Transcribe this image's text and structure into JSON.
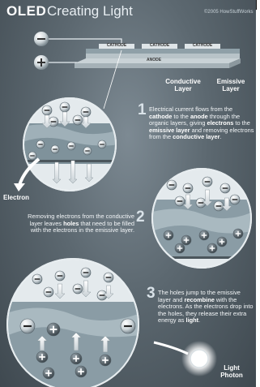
{
  "header": {
    "title_brand": "OLED",
    "title_rest": "Creating Light",
    "copyright": "©2005 HowStuffWorks"
  },
  "device": {
    "cathode_labels": [
      "CATHODE",
      "CATHODE",
      "CATHODE"
    ],
    "anode_label": "ANODE",
    "conductive_layer_label": "Conductive Layer",
    "emissive_layer_label": "Emissive Layer"
  },
  "steps": [
    {
      "number": "1",
      "segments": [
        {
          "text": "Electrical current flows from the ",
          "bold": false
        },
        {
          "text": "cathode",
          "bold": true
        },
        {
          "text": " to the ",
          "bold": false
        },
        {
          "text": "anode",
          "bold": true
        },
        {
          "text": " through the organic layers, giving ",
          "bold": false
        },
        {
          "text": "electrons",
          "bold": true
        },
        {
          "text": " to the ",
          "bold": false
        },
        {
          "text": "emissive layer",
          "bold": true
        },
        {
          "text": " and removing electrons from the ",
          "bold": false
        },
        {
          "text": "conductive layer",
          "bold": true
        },
        {
          "text": ".",
          "bold": false
        }
      ]
    },
    {
      "number": "2",
      "segments": [
        {
          "text": "Removing electrons from the conductive layer leaves ",
          "bold": false
        },
        {
          "text": "holes",
          "bold": true
        },
        {
          "text": " that need to be filled with the electrons in the emissive layer.",
          "bold": false
        }
      ]
    },
    {
      "number": "3",
      "segments": [
        {
          "text": "The holes jump to the emissive layer and ",
          "bold": false
        },
        {
          "text": "recombine",
          "bold": true
        },
        {
          "text": " with the electrons. As the electrons drop into the holes, they release their extra energy as ",
          "bold": false
        },
        {
          "text": "light",
          "bold": true
        },
        {
          "text": ".",
          "bold": false
        }
      ]
    }
  ],
  "labels": {
    "electron": "Electron",
    "light_photon": "Light Photon"
  },
  "colors": {
    "background": "#5c6870",
    "circle_fill": "#e9eef0",
    "conductive_band": "#9fb0b8",
    "emissive_band": "#7f929b",
    "photon_glow": "#ffffff"
  },
  "symbols": {
    "negative": "−",
    "positive": "+"
  }
}
